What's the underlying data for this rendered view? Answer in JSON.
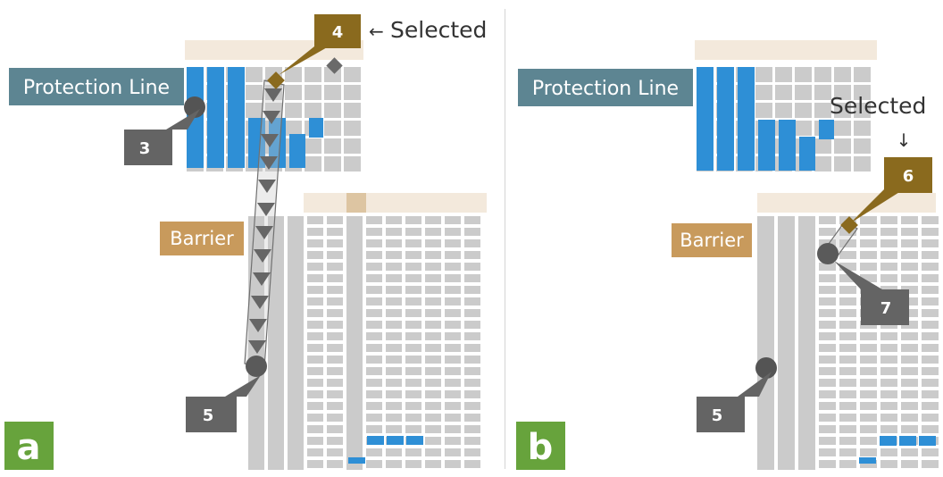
{
  "colors": {
    "cell_gray": "#cbcbcb",
    "cell_blue": "#2e8fd6",
    "header_tan": "#f3e9dc",
    "header_tan_dark": "#d4b48a",
    "gold": "#8a6a1e",
    "teal_label": "#5d8592",
    "tan_label": "#c89a5c",
    "dark_gray": "#646464",
    "panel_green": "#67a33c"
  },
  "panel_a": {
    "panel_label": "a",
    "protection_line_label": "Protection Line",
    "barrier_label": "Barrier",
    "callout_3": "3",
    "callout_4": "4",
    "callout_5": "5",
    "selected_label": "Selected",
    "selected_arrow": "←"
  },
  "panel_b": {
    "panel_label": "b",
    "protection_line_label": "Protection Line",
    "barrier_label": "Barrier",
    "callout_5": "5",
    "callout_6": "6",
    "callout_7": "7",
    "selected_label": "Selected",
    "selected_arrow": "↓"
  }
}
